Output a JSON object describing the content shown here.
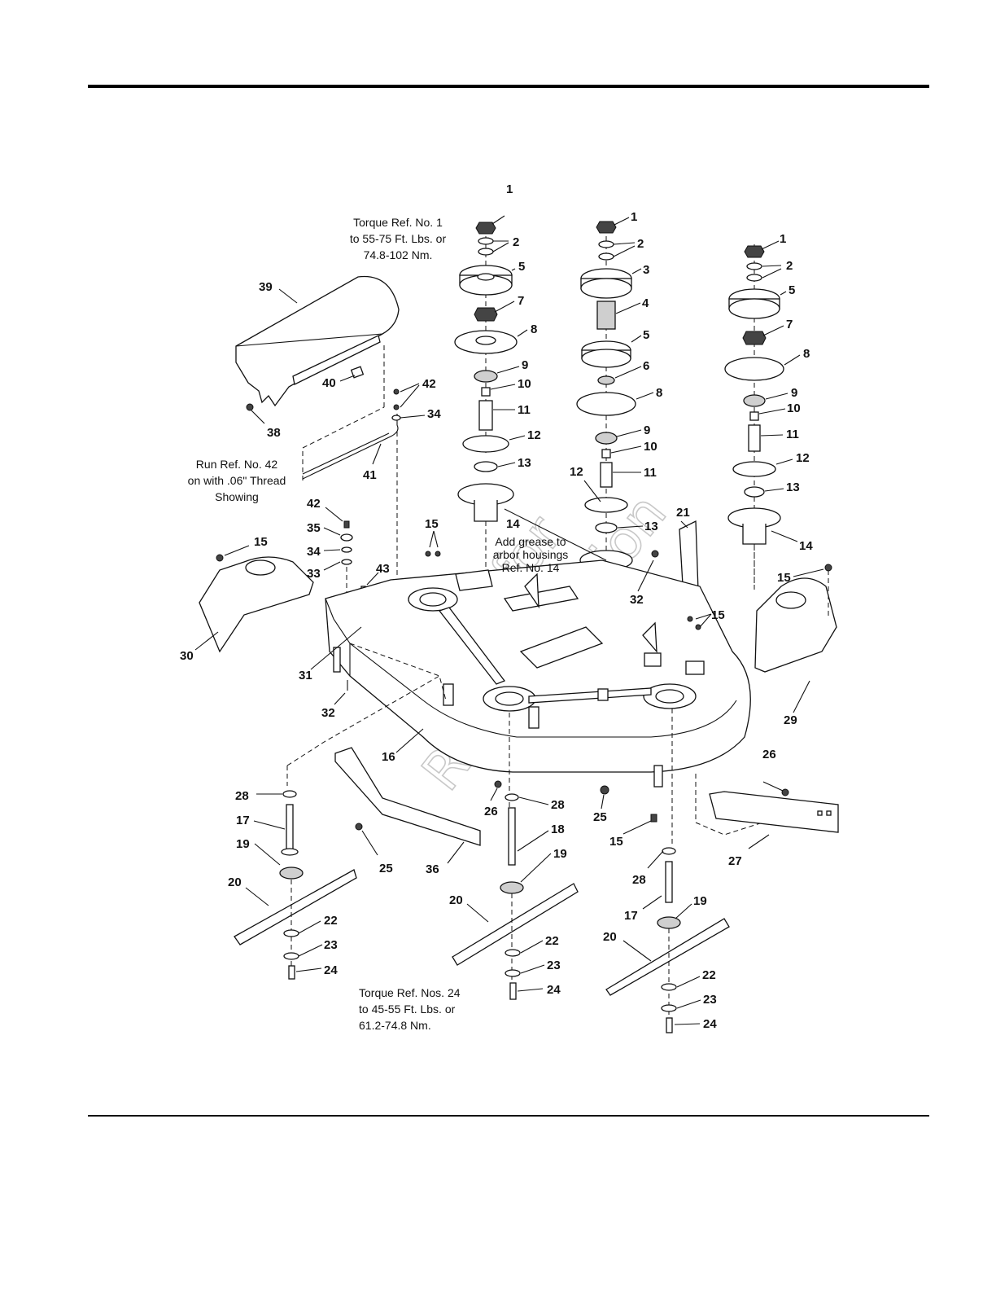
{
  "notes": {
    "torque_top": [
      "Torque Ref. No. 1",
      "to 55-75 Ft. Lbs. or",
      "74.8-102 Nm."
    ],
    "run_ref": [
      "Run Ref. No. 42",
      "on with .06\" Thread",
      "Showing"
    ],
    "grease": [
      "Add grease to",
      "arbor housings",
      "Ref. No. 14"
    ],
    "torque_bottom": [
      "Torque Ref. Nos. 24",
      "to 45-55 Ft. Lbs. or",
      "61.2-74.8 Nm."
    ]
  },
  "watermark": [
    "Not for",
    "Reproduction"
  ],
  "callouts": [
    {
      "n": "1"
    },
    {
      "n": "2"
    },
    {
      "n": "5"
    },
    {
      "n": "7"
    },
    {
      "n": "8"
    },
    {
      "n": "9"
    },
    {
      "n": "10"
    },
    {
      "n": "11"
    },
    {
      "n": "12"
    },
    {
      "n": "13"
    },
    {
      "n": "14"
    },
    {
      "n": "1"
    },
    {
      "n": "2"
    },
    {
      "n": "3"
    },
    {
      "n": "4"
    },
    {
      "n": "5"
    },
    {
      "n": "6"
    },
    {
      "n": "8"
    },
    {
      "n": "9"
    },
    {
      "n": "10"
    },
    {
      "n": "11"
    },
    {
      "n": "12"
    },
    {
      "n": "13"
    },
    {
      "n": "1"
    },
    {
      "n": "2"
    },
    {
      "n": "5"
    },
    {
      "n": "7"
    },
    {
      "n": "8"
    },
    {
      "n": "9"
    },
    {
      "n": "10"
    },
    {
      "n": "11"
    },
    {
      "n": "12"
    },
    {
      "n": "13"
    },
    {
      "n": "14"
    },
    {
      "n": "39"
    },
    {
      "n": "40"
    },
    {
      "n": "38"
    },
    {
      "n": "42"
    },
    {
      "n": "34"
    },
    {
      "n": "41"
    },
    {
      "n": "42"
    },
    {
      "n": "35"
    },
    {
      "n": "34"
    },
    {
      "n": "33"
    },
    {
      "n": "43"
    },
    {
      "n": "15"
    },
    {
      "n": "30"
    },
    {
      "n": "31"
    },
    {
      "n": "32"
    },
    {
      "n": "15"
    },
    {
      "n": "21"
    },
    {
      "n": "32"
    },
    {
      "n": "15"
    },
    {
      "n": "15"
    },
    {
      "n": "29"
    },
    {
      "n": "16"
    },
    {
      "n": "28"
    },
    {
      "n": "17"
    },
    {
      "n": "19"
    },
    {
      "n": "20"
    },
    {
      "n": "22"
    },
    {
      "n": "23"
    },
    {
      "n": "24"
    },
    {
      "n": "25"
    },
    {
      "n": "36"
    },
    {
      "n": "26"
    },
    {
      "n": "28"
    },
    {
      "n": "18"
    },
    {
      "n": "19"
    },
    {
      "n": "20"
    },
    {
      "n": "22"
    },
    {
      "n": "23"
    },
    {
      "n": "24"
    },
    {
      "n": "25"
    },
    {
      "n": "15"
    },
    {
      "n": "26"
    },
    {
      "n": "27"
    },
    {
      "n": "28"
    },
    {
      "n": "17"
    },
    {
      "n": "19"
    },
    {
      "n": "20"
    },
    {
      "n": "22"
    },
    {
      "n": "23"
    },
    {
      "n": "24"
    }
  ]
}
